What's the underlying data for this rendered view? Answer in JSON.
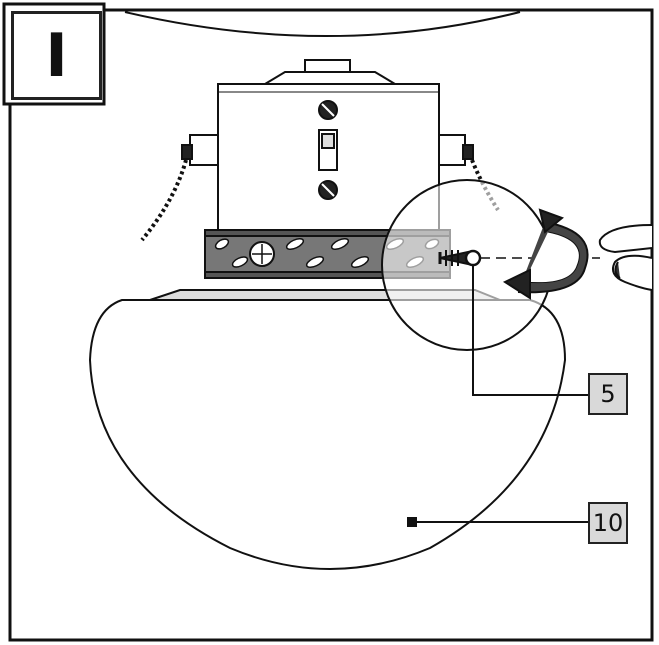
{
  "step": {
    "label": "I"
  },
  "callouts": [
    {
      "id": "screw",
      "number": "5"
    },
    {
      "id": "glass-globe",
      "number": "10"
    }
  ]
}
